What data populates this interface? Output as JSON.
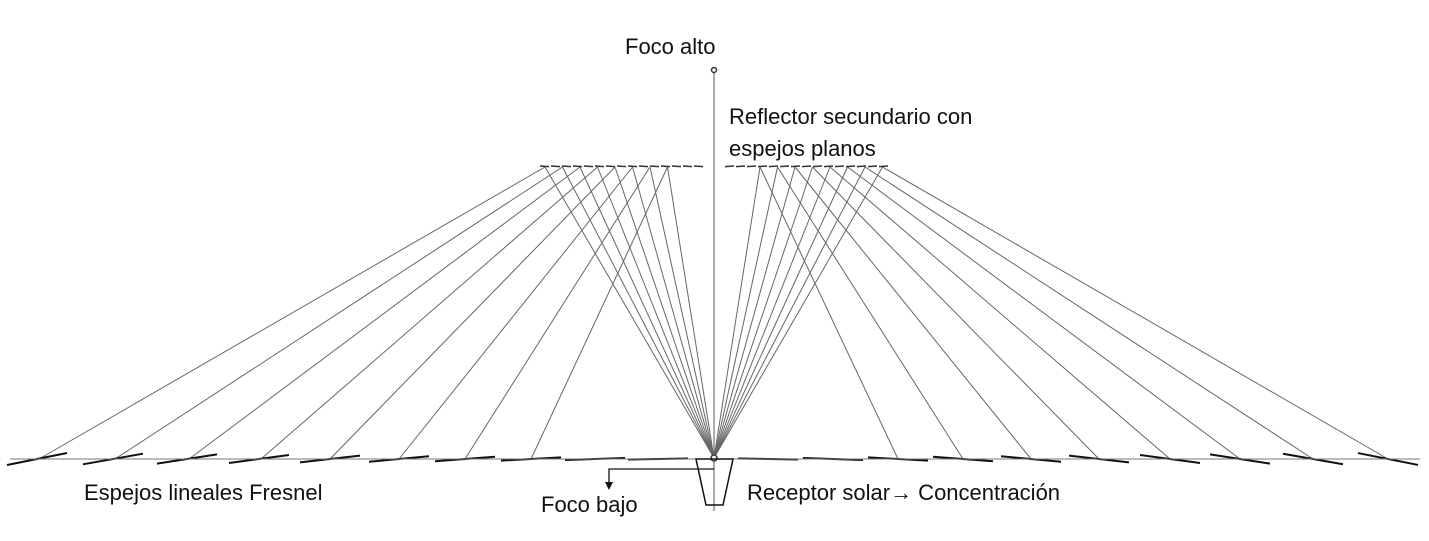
{
  "labels": {
    "high_focus": "Foco alto",
    "secondary_reflector_line1": "Reflector secundario con",
    "secondary_reflector_line2": "espejos planos",
    "fresnel_mirrors": "Espejos lineales Fresnel",
    "low_focus": "Foco bajo",
    "receiver": "Receptor solar→ Concentración"
  },
  "colors": {
    "ray": "#666666",
    "mirror": "#111111",
    "text": "#111111"
  }
}
